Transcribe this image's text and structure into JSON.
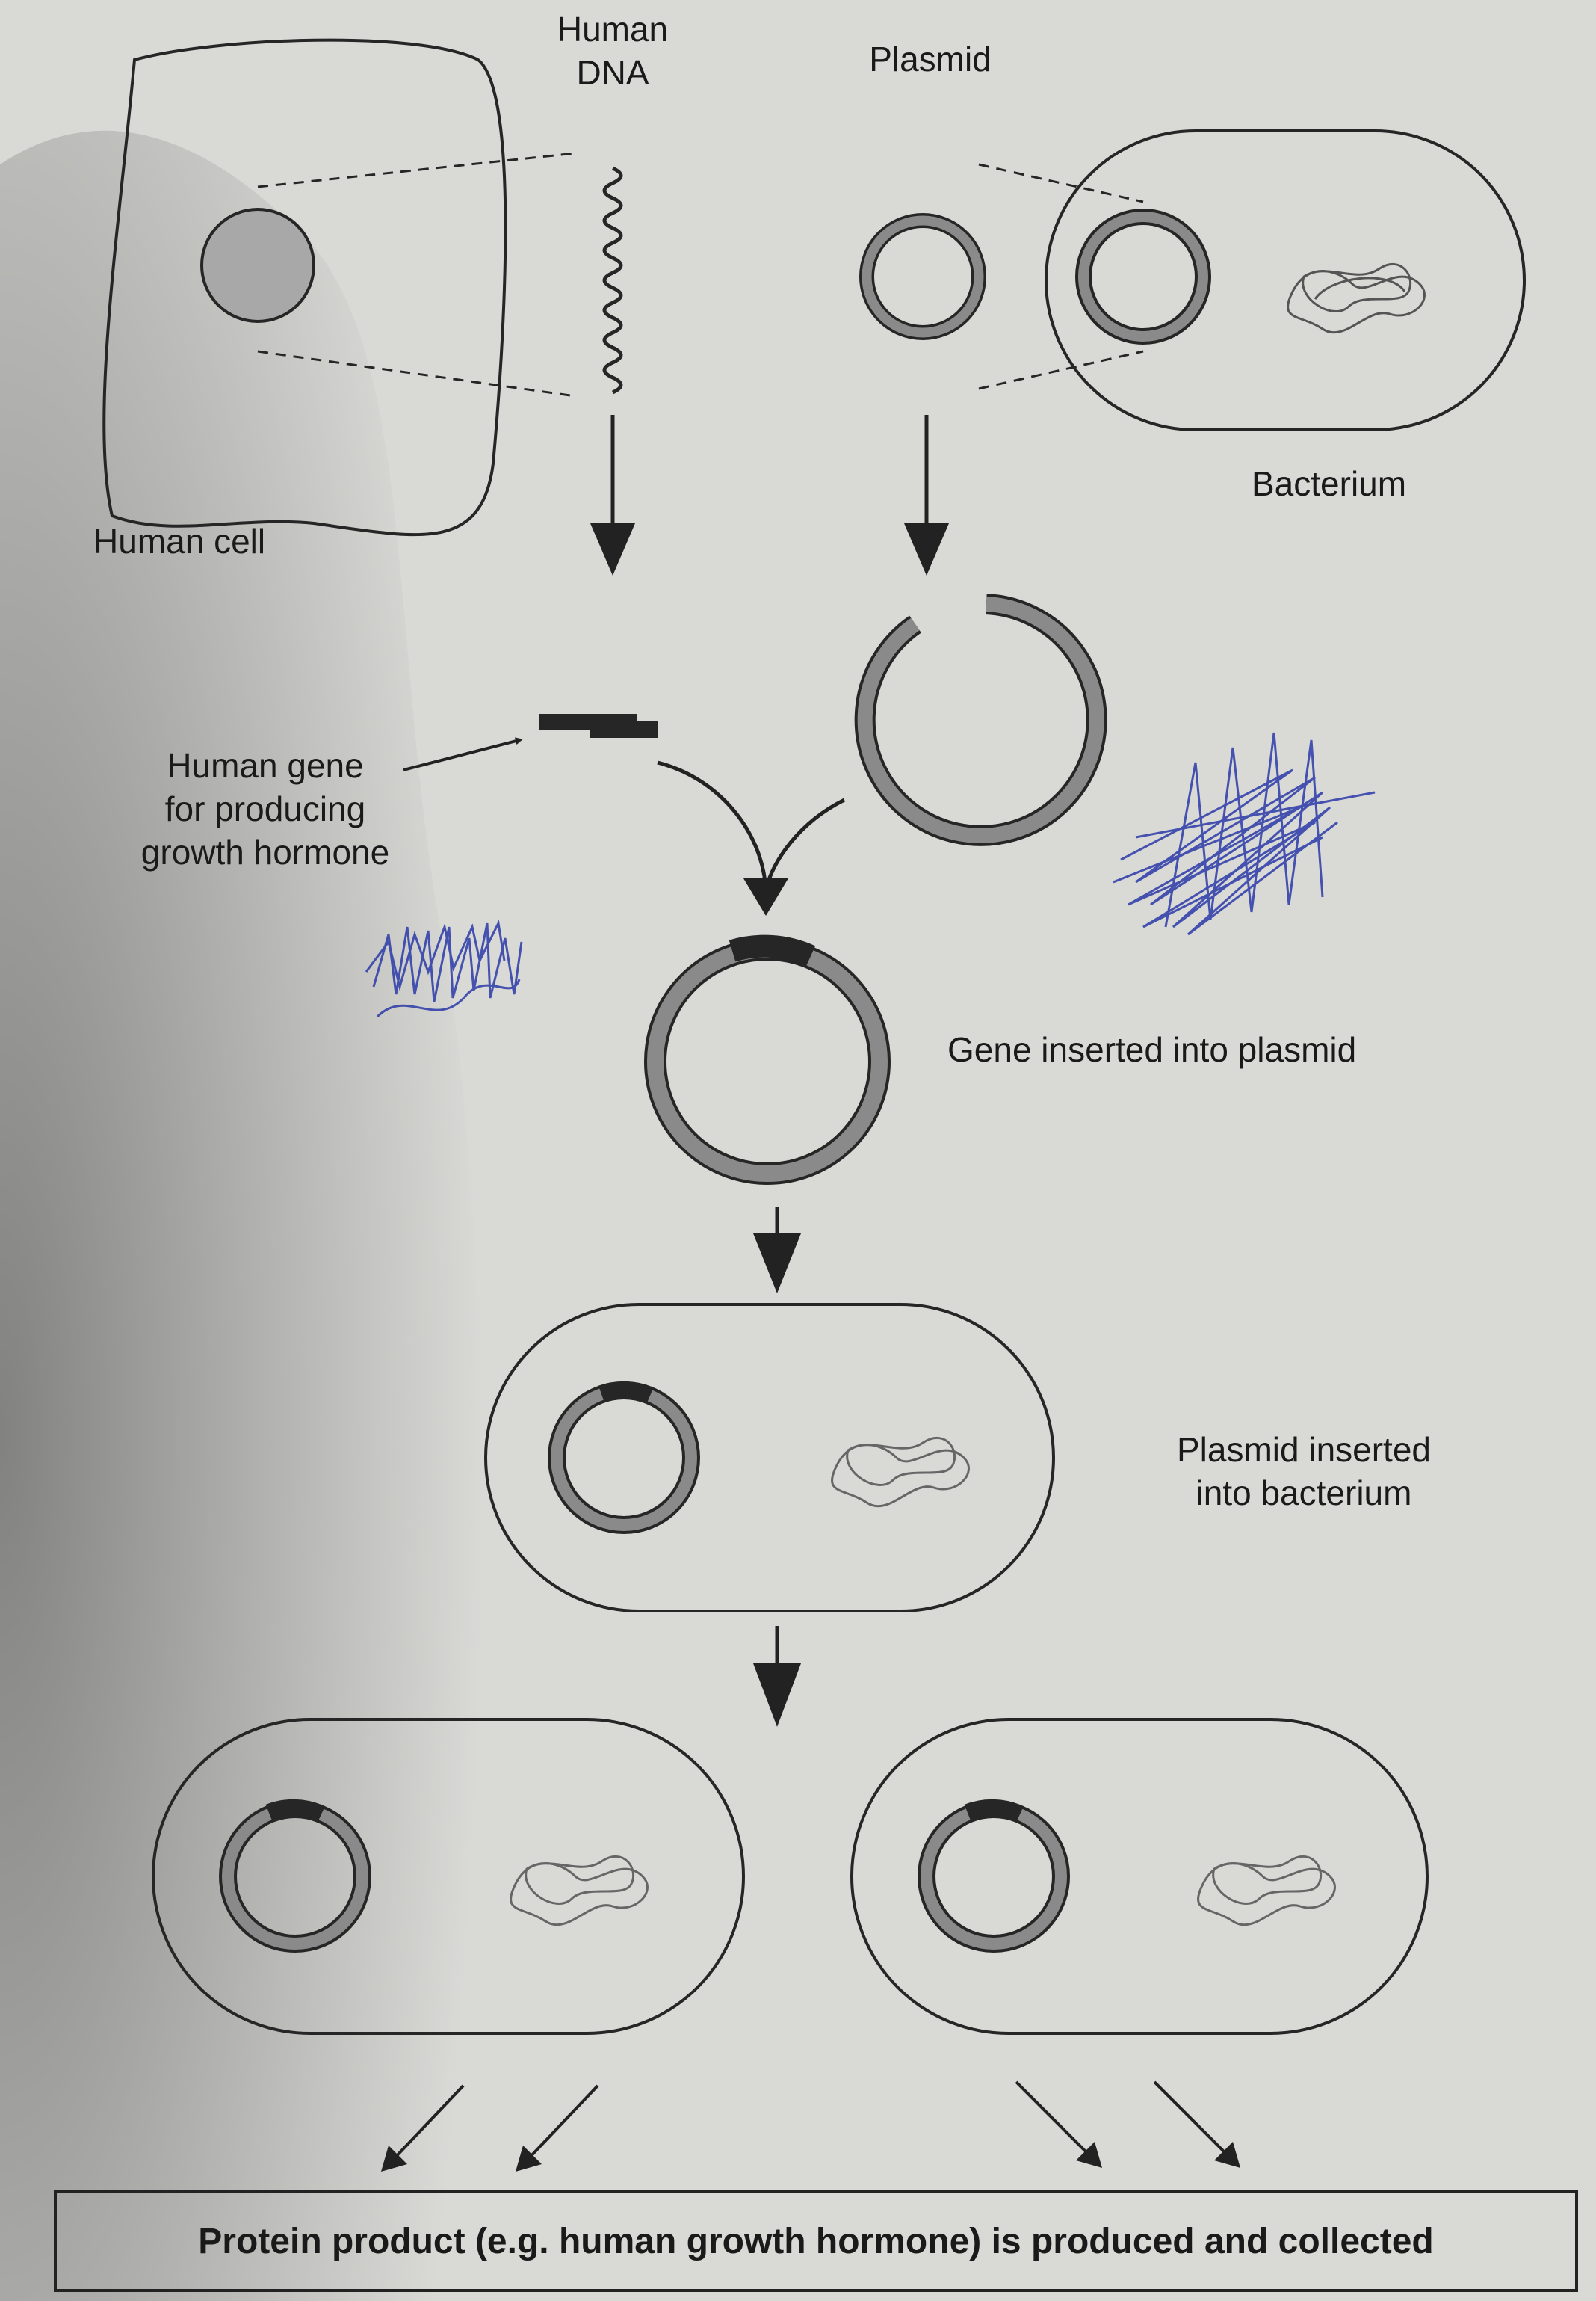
{
  "labels": {
    "human_dna": "Human\nDNA",
    "plasmid": "Plasmid",
    "bacterium": "Bacterium",
    "human_cell": "Human cell",
    "human_gene": "Human gene\nfor producing\ngrowth hormone",
    "gene_inserted": "Gene inserted into plasmid",
    "plasmid_inserted": "Plasmid inserted\ninto bacterium",
    "caption": "Protein product (e.g. human growth hormone) is produced and collected"
  },
  "colors": {
    "page_background": "#d9d9d6",
    "outline": "#262626",
    "plasmid_fill": "#8a8a8a",
    "nucleus_fill": "#a8a8a8",
    "gene_segment": "#262626",
    "scribble_ink": "#2b3aa8"
  }
}
